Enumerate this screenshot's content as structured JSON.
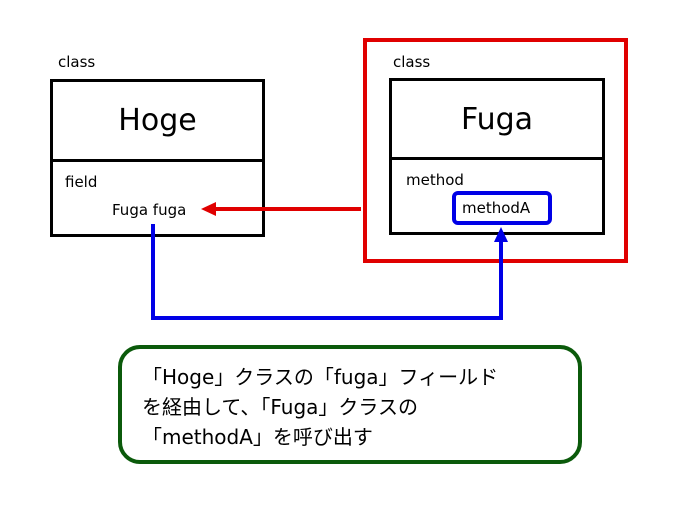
{
  "hoge_class": {
    "stereotype": "class",
    "name": "Hoge",
    "section_label": "field",
    "member": "Fuga fuga"
  },
  "fuga_class": {
    "stereotype": "class",
    "name": "Fuga",
    "section_label": "method",
    "member": "methodA"
  },
  "note": {
    "lines": [
      "「Hoge」クラスの「fuga」フィールド",
      "を経由して、「Fuga」クラスの",
      "「methodA」を呼び出す"
    ]
  },
  "colors": {
    "reference_arrow": "#e00000",
    "call_arrow": "#0000e6",
    "note_border": "#0b5a0b"
  }
}
